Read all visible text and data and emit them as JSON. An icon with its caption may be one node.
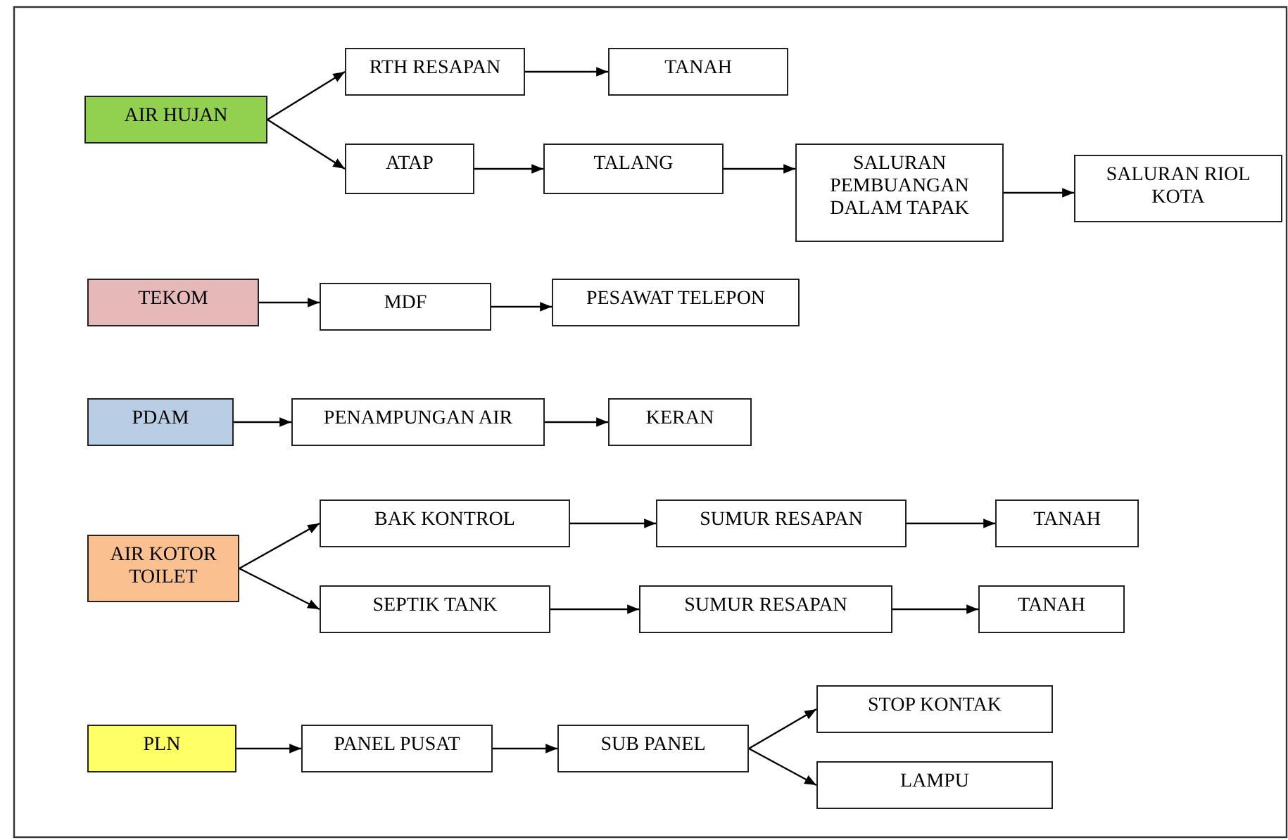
{
  "diagram": {
    "nodes": [
      {
        "text": [
          "AIR HUJAN"
        ]
      },
      {
        "text": [
          "RTH RESAPAN"
        ]
      },
      {
        "text": [
          "TANAH"
        ]
      },
      {
        "text": [
          "ATAP"
        ]
      },
      {
        "text": [
          "TALANG"
        ]
      },
      {
        "text": [
          "SALURAN PEMBUANGAN DALAM TAPAK"
        ]
      },
      {
        "text": [
          "SALURAN RIOL KOTA"
        ]
      },
      {
        "text": [
          "TEKOM"
        ]
      },
      {
        "text": [
          "MDF"
        ]
      },
      {
        "text": [
          "PESAWAT TELEPON"
        ]
      },
      {
        "text": [
          "PDAM"
        ]
      },
      {
        "text": [
          "PENAMPUNGAN AIR"
        ]
      },
      {
        "text": [
          "KERAN"
        ]
      },
      {
        "text": [
          "AIR KOTOR TOILET"
        ]
      },
      {
        "text": [
          "BAK KONTROL"
        ]
      },
      {
        "text": [
          "SUMUR RESAPAN"
        ]
      },
      {
        "text": [
          "TANAH"
        ]
      },
      {
        "text": [
          "SEPTIK TANK"
        ]
      },
      {
        "text": [
          "SUMUR RESAPAN"
        ]
      },
      {
        "text": [
          "TANAH"
        ]
      },
      {
        "text": [
          "PLN"
        ]
      },
      {
        "text": [
          "PANEL PUSAT"
        ]
      },
      {
        "text": [
          "SUB PANEL"
        ]
      },
      {
        "text": [
          "STOP KONTAK"
        ]
      },
      {
        "text": [
          "LAMPU"
        ]
      }
    ],
    "edges": [
      {
        "from": 0,
        "to": 1,
        "arrow": "to"
      },
      {
        "from": 1,
        "to": 2,
        "arrow": "to"
      },
      {
        "from": 0,
        "to": 3,
        "arrow": "to"
      },
      {
        "from": 3,
        "to": 4,
        "arrow": "to"
      },
      {
        "from": 4,
        "to": 5,
        "arrow": "to"
      },
      {
        "from": 5,
        "to": 6,
        "arrow": "to"
      },
      {
        "from": 7,
        "to": 8,
        "arrow": "to"
      },
      {
        "from": 8,
        "to": 9,
        "arrow": "to"
      },
      {
        "from": 10,
        "to": 11,
        "arrow": "to"
      },
      {
        "from": 11,
        "to": 12,
        "arrow": "to"
      },
      {
        "from": 13,
        "to": 14,
        "arrow": "to"
      },
      {
        "from": 14,
        "to": 15,
        "arrow": "to"
      },
      {
        "from": 15,
        "to": 16,
        "arrow": "to"
      },
      {
        "from": 13,
        "to": 17,
        "arrow": "to"
      },
      {
        "from": 17,
        "to": 18,
        "arrow": "to"
      },
      {
        "from": 18,
        "to": 19,
        "arrow": "to"
      },
      {
        "from": 20,
        "to": 21,
        "arrow": "to"
      },
      {
        "from": 21,
        "to": 22,
        "arrow": "to"
      },
      {
        "from": 22,
        "to": 23,
        "arrow": "to"
      },
      {
        "from": 22,
        "to": 24,
        "arrow": "to"
      }
    ]
  }
}
